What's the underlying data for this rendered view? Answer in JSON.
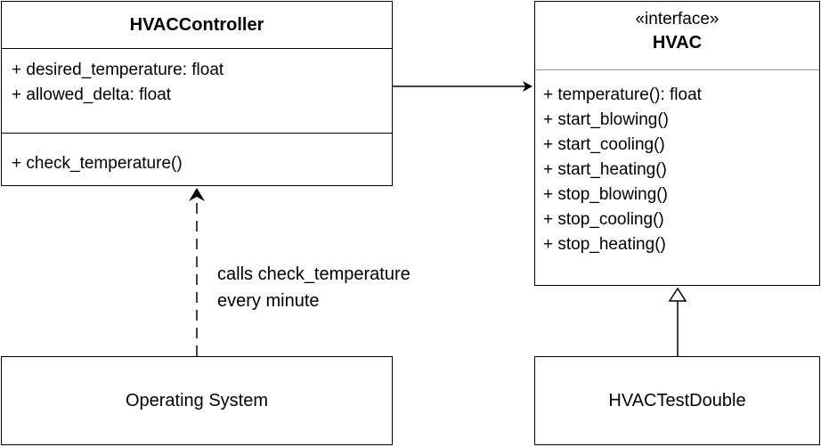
{
  "controller": {
    "name": "HVACController",
    "attributes": [
      "+ desired_temperature: float",
      "+ allowed_delta: float"
    ],
    "operations": [
      "+ check_temperature()"
    ]
  },
  "hvac": {
    "stereotype": "«interface»",
    "name": "HVAC",
    "operations": [
      "+ temperature(): float",
      "+ start_blowing()",
      "+ start_cooling()",
      "+ start_heating()",
      "+ stop_blowing()",
      "+ stop_cooling()",
      "+ stop_heating()"
    ]
  },
  "os": {
    "name": "Operating System"
  },
  "test_double": {
    "name": "HVACTestDouble"
  },
  "annotation": {
    "line1": "calls check_temperature",
    "line2": "every minute"
  }
}
